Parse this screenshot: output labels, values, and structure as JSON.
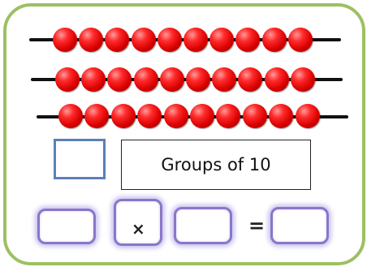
{
  "worksheet": {
    "abacus_rows": [
      {
        "bead_count": 10
      },
      {
        "bead_count": 10
      },
      {
        "bead_count": 10
      }
    ],
    "label_text": "Groups of 10",
    "operator_symbol": "×",
    "equals_symbol": "=",
    "colors": {
      "border": "#9cc063",
      "bead": "#e00000",
      "square_border": "#5b7fb9",
      "answer_box_border": "#8a76c8"
    }
  }
}
